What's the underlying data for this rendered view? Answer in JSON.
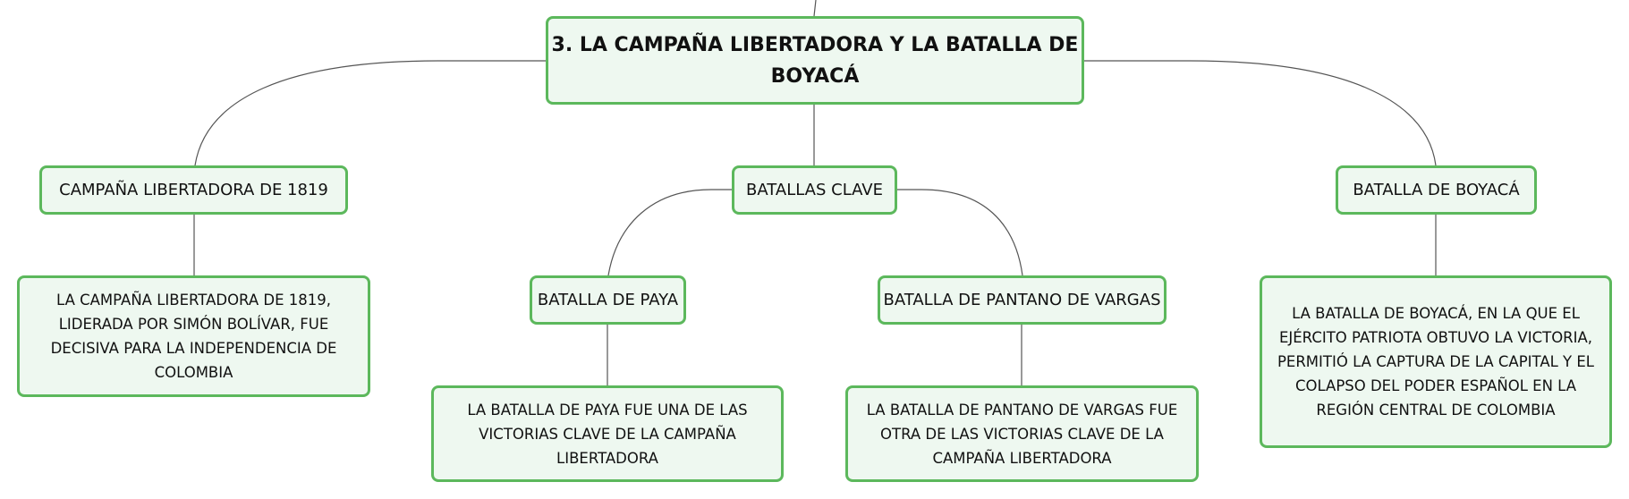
{
  "map": {
    "root": {
      "label": "3. LA CAMPAÑA LIBERTADORA Y LA BATALLA DE BOYACÁ"
    },
    "campaign": {
      "label": "CAMPAÑA LIBERTADORA DE 1819",
      "note": "LA CAMPAÑA LIBERTADORA DE 1819, LIDERADA POR SIMÓN BOLÍVAR, FUE DECISIVA PARA LA INDEPENDENCIA DE COLOMBIA"
    },
    "key_battles": {
      "label": "BATALLAS CLAVE",
      "paya": {
        "label": "BATALLA DE PAYA",
        "note": "LA BATALLA DE PAYA FUE UNA DE LAS VICTORIAS CLAVE DE LA CAMPAÑA LIBERTADORA"
      },
      "pantano": {
        "label": "BATALLA DE PANTANO DE VARGAS",
        "note": "LA BATALLA DE PANTANO DE VARGAS FUE OTRA DE LAS VICTORIAS CLAVE DE LA CAMPAÑA LIBERTADORA"
      }
    },
    "boyaca": {
      "label": "BATALLA DE BOYACÁ",
      "note": "LA BATALLA DE BOYACÁ, EN LA QUE EL EJÉRCITO PATRIOTA OBTUVO LA VICTORIA, PERMITIÓ LA CAPTURA DE LA CAPITAL Y EL COLAPSO DEL PODER ESPAÑOL EN LA REGIÓN CENTRAL DE COLOMBIA"
    }
  },
  "colors": {
    "node_border": "#5cb85c",
    "node_fill": "#eef8f0",
    "connector": "#555555"
  }
}
